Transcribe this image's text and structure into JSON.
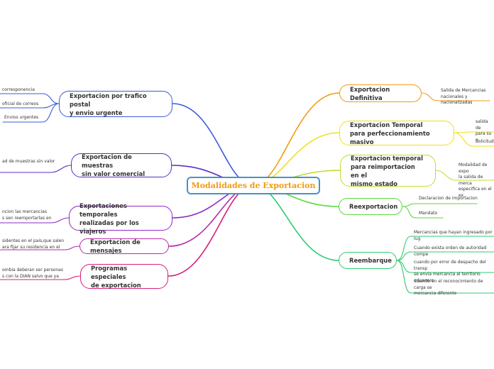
{
  "central": {
    "title": "Modalidades de Exportacion"
  },
  "right": [
    {
      "label": "Exportacion Definitiva",
      "color": "#f39c12",
      "leaves": [
        "Salida de Mercancias\nnacionales y nacionalizadas"
      ]
    },
    {
      "label": "Exportacion Temporal\npara perfeccionamiento masivo",
      "color": "#f1e01b",
      "leaves": [
        "salida de\npara su p",
        "Solicitud"
      ]
    },
    {
      "label": "Exportacion temporal\npara reimportacion en el\nmismo estado",
      "color": "#b8e02c",
      "leaves": [
        "Modalidad de expo\nla salida de merca\nespecifica en el ex"
      ]
    },
    {
      "label": "Reexportacion",
      "color": "#5cd93a",
      "leaves": [
        "Declaracion de importacion",
        "Mandato"
      ]
    },
    {
      "label": "Reembarque",
      "color": "#2ecc71",
      "leaves": [
        "Mercancias que hayan ingresado por lug",
        "Cuando exista orden de autoridad compe",
        "cuando por error de despacho del transp\nse envia mercancia al territorio aduanero",
        "Cuando en el reconocimiento de carga se\nmercancia diferente"
      ]
    }
  ],
  "left": [
    {
      "label": "Exportacion por trafico postal\ny envio urgente",
      "color": "#3b5bdb",
      "leaves": [
        "corresponencia",
        "oficial de correos",
        "Envios urgentes"
      ]
    },
    {
      "label": "Exportacion de muestras\nsin valor comercial",
      "color": "#5b2fc7",
      "leaves": [
        "ad de muestras sin valor"
      ]
    },
    {
      "label": "Exportaciones temporales\nrealizadas por los viajeros",
      "color": "#8e2bc4",
      "leaves": [
        "ncion las mercancias\ns sen reemportarlas en"
      ]
    },
    {
      "label": "Exportacion de mensajes",
      "color": "#b52aa8",
      "leaves": [
        "sidentes en el pais,que salen\nara fijar su residencia en el"
      ]
    },
    {
      "label": "Programas especiales\nde exportacion",
      "color": "#d6217a",
      "leaves": [
        "ombia deberan ser personas\ns con la DIAN salvo que ya"
      ]
    }
  ]
}
